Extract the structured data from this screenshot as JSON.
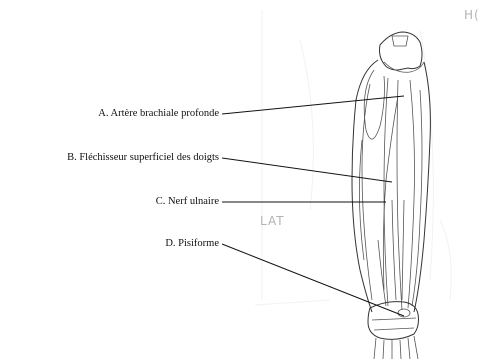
{
  "labels": {
    "a": "A. Artère brachiale profonde",
    "b": "B. Fléchisseur superficiel des doigts",
    "c": "C. Nerf ulnaire",
    "d": "D. Pisiforme"
  },
  "handwriting": {
    "lat": "LAT",
    "corner": "H("
  }
}
